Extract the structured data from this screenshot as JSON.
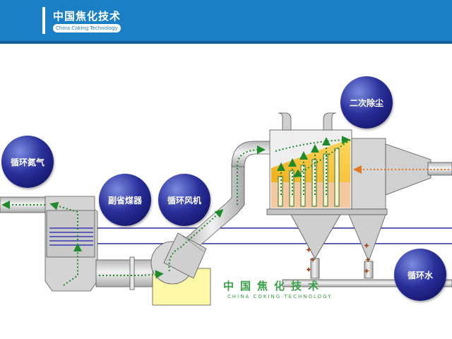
{
  "header": {
    "brand_cn": "中国焦化技术",
    "brand_en": "China Coking Technology"
  },
  "labels": {
    "circulating_nitrogen": "循环氮气",
    "economizer": "副省煤器",
    "circulating_fan": "循环风机",
    "secondary_dust_removal": "二次除尘",
    "circulating_water": "循环水"
  },
  "watermark": {
    "cn": "中国焦化技术",
    "en": "CHINA COKING TECHNOLOGY"
  },
  "colors": {
    "header": "#1a7fc4",
    "equipment_fill": "#d4d4d4",
    "flow_arrow": "#1e8a2a",
    "hot_gas_arrow": "#e0781e",
    "label_bubble": "#1a1f7a",
    "water_line": "#2a2a9a",
    "box": "#fcf8a8"
  }
}
